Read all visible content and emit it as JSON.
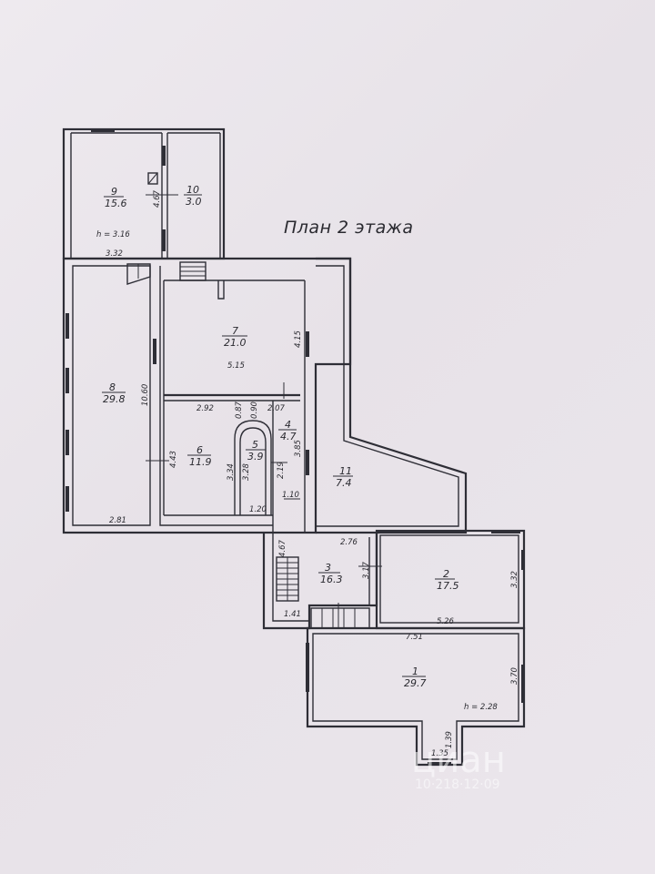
{
  "plan": {
    "title": "План 2 этажа",
    "heights": [
      "h = 3.16",
      "h = 2.28"
    ],
    "rooms": [
      {
        "number": "1",
        "area": "29.7"
      },
      {
        "number": "2",
        "area": "17.5"
      },
      {
        "number": "3",
        "area": "16.3"
      },
      {
        "number": "4",
        "area": "4.7"
      },
      {
        "number": "5",
        "area": "3.9"
      },
      {
        "number": "6",
        "area": "11.9"
      },
      {
        "number": "7",
        "area": "21.0"
      },
      {
        "number": "8",
        "area": "29.8"
      },
      {
        "number": "9",
        "area": "15.6"
      },
      {
        "number": "10",
        "area": "3.0"
      },
      {
        "number": "11",
        "area": "7.4"
      }
    ],
    "dimensions": [
      "4.67",
      "3.32",
      "10.60",
      "4.43",
      "2.81",
      "5.15",
      "4.15",
      "2.92",
      "0.87",
      "0.90",
      "2.07",
      "3.85",
      "3.34",
      "3.28",
      "2.19",
      "1.20",
      "1.10",
      "2.76",
      "3.17",
      "4.67",
      "1.41",
      "3.32",
      "5.26",
      "7.51",
      "3.70",
      "1.39",
      "1.35"
    ]
  },
  "watermark": {
    "brand": "циан",
    "code": "10·218·12·09"
  }
}
